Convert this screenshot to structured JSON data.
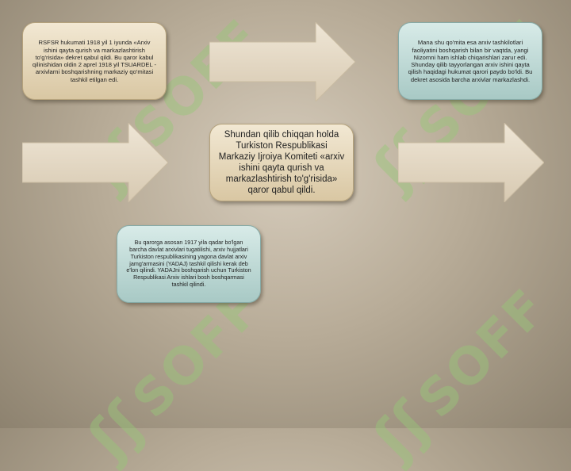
{
  "watermark": {
    "text": "SOFF",
    "color": "#96c878"
  },
  "boxes": {
    "box1": "RSFSR hukumati 1918 yil 1 iyunda «Arxiv ishini qayta qurish va markazlashtirish to'g'risida» dekret qabul qildi. Bu qaror kabul qilinishidan oldin 2 aprel 1918 yil TSUARDEL - arxivlarni boshqarishning markaziy qo'mitasi tashkil etilgan edi.",
    "box2": "Mana shu qo'mita esa arxiv tashkilotlari faoliyatini boshqarish bilan bir vaqtda, yangi Nizomni ham ishlab chiqarishlari zarur edi. Shunday qilib tayyorlangan arxiv ishini qayta qilish haqidagi hukumat qarori paydo bo'ldi. Bu dekret asosida barcha arxivlar markazlashdi.",
    "box3": "Shundan qilib chiqqan holda Turkiston Respublikasi Markaziy Ijroiya Komiteti «arxiv ishini qayta qurish va markazlashtirish to'g'risida» qaror qabul qildi.",
    "box4": "Bu qarorga asosan 1917 yila qadar bo'lgan barcha davlat arxivlari tugatilishi, arxiv hujjatlari Turkiston respublikasining yagona davlat arxiv jamg'armasini (YADAJ) tashkil qilishi kerak deb e'lon qilindi. YADAJni boshqarish uchun Turkiston Respublikasi Arxiv ishlari bosh boshqarmasi tashkil qilindi."
  },
  "colors": {
    "arrow": "#e6dccb",
    "tan_box": "#e7dabd",
    "teal_box": "#bcd8d4"
  }
}
